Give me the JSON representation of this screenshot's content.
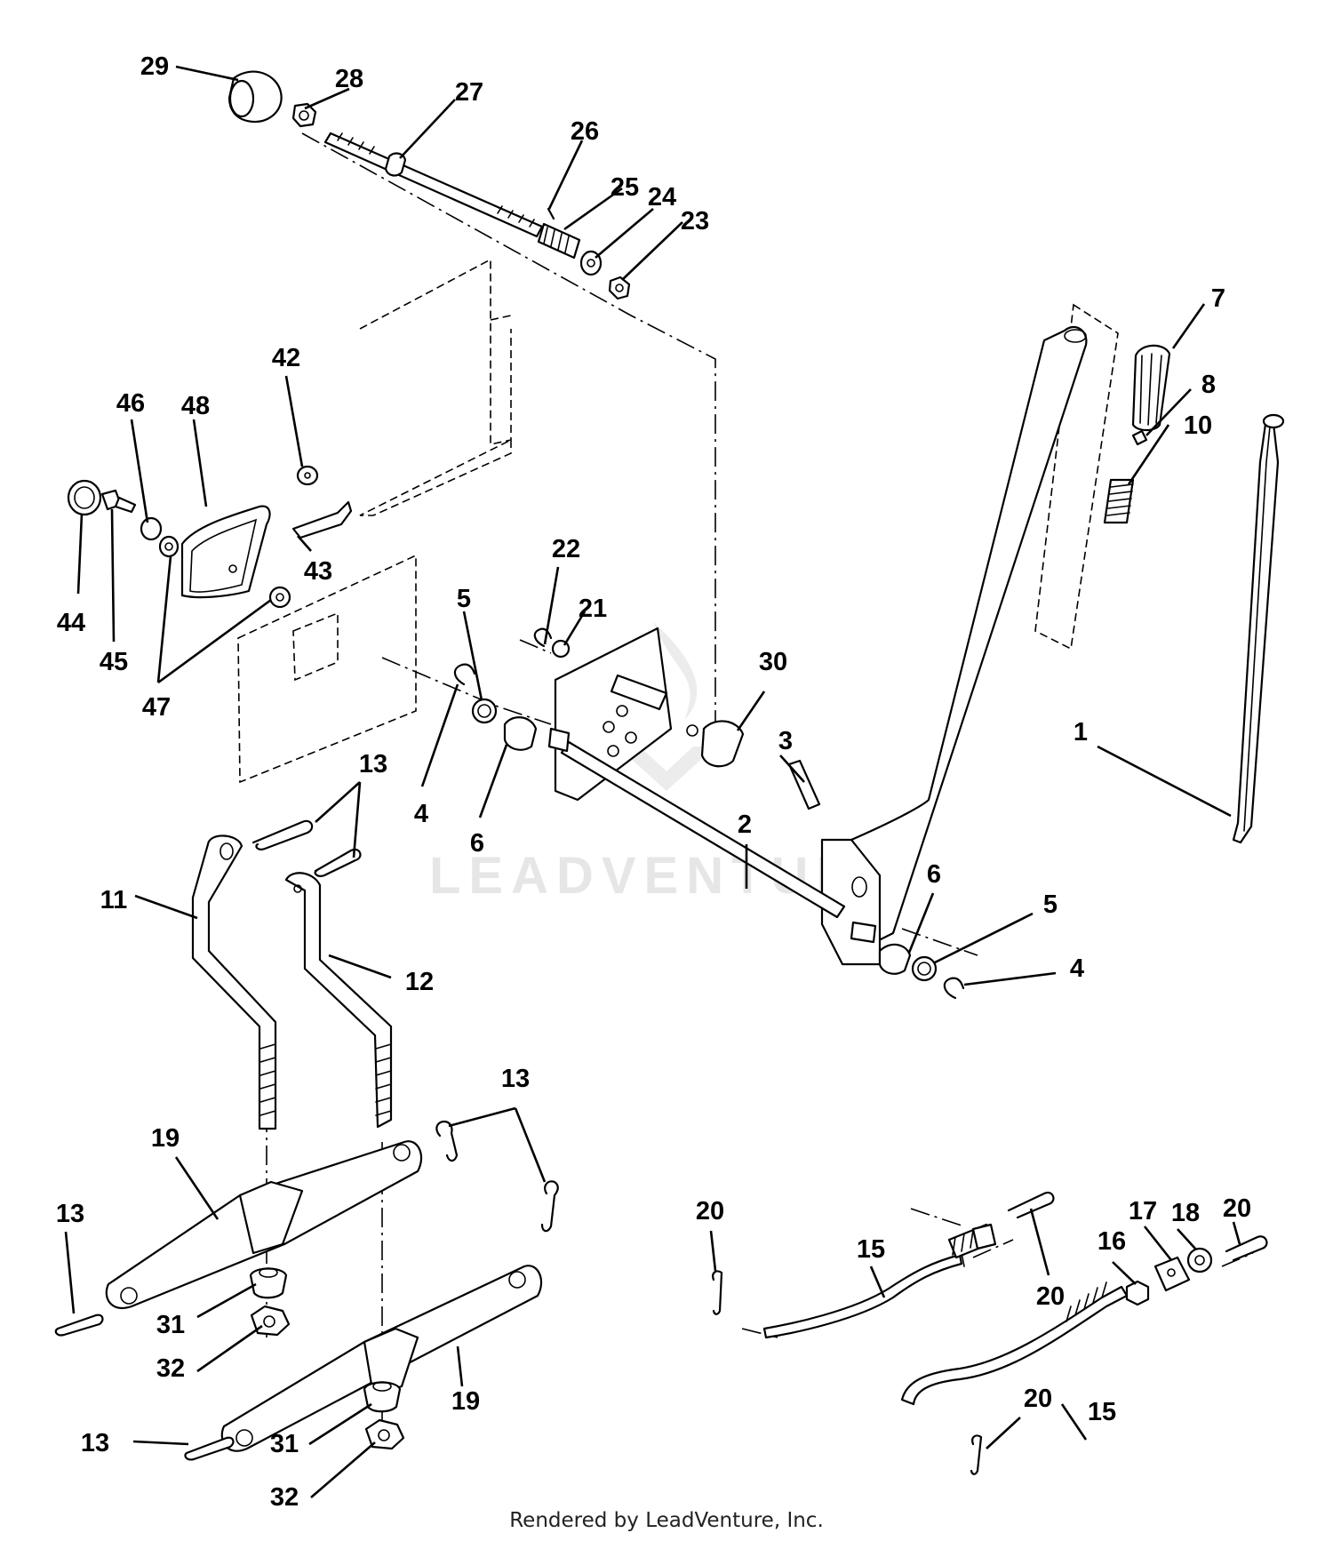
{
  "watermark": "LEADVENTURE",
  "footer": "Rendered by LeadVenture, Inc.",
  "callouts": [
    {
      "id": "c29",
      "text": "29"
    },
    {
      "id": "c28",
      "text": "28"
    },
    {
      "id": "c27",
      "text": "27"
    },
    {
      "id": "c26",
      "text": "26"
    },
    {
      "id": "c25",
      "text": "25"
    },
    {
      "id": "c24",
      "text": "24"
    },
    {
      "id": "c23",
      "text": "23"
    },
    {
      "id": "c7",
      "text": "7"
    },
    {
      "id": "c8",
      "text": "8"
    },
    {
      "id": "c10",
      "text": "10"
    },
    {
      "id": "c42",
      "text": "42"
    },
    {
      "id": "c46",
      "text": "46"
    },
    {
      "id": "c48",
      "text": "48"
    },
    {
      "id": "c43",
      "text": "43"
    },
    {
      "id": "c44",
      "text": "44"
    },
    {
      "id": "c45",
      "text": "45"
    },
    {
      "id": "c47",
      "text": "47"
    },
    {
      "id": "c22",
      "text": "22"
    },
    {
      "id": "c21",
      "text": "21"
    },
    {
      "id": "c5a",
      "text": "5"
    },
    {
      "id": "c30",
      "text": "30"
    },
    {
      "id": "c3",
      "text": "3"
    },
    {
      "id": "c1",
      "text": "1"
    },
    {
      "id": "c4a",
      "text": "4"
    },
    {
      "id": "c6a",
      "text": "6"
    },
    {
      "id": "c2",
      "text": "2"
    },
    {
      "id": "c13a",
      "text": "13"
    },
    {
      "id": "c11",
      "text": "11"
    },
    {
      "id": "c12",
      "text": "12"
    },
    {
      "id": "c6b",
      "text": "6"
    },
    {
      "id": "c5b",
      "text": "5"
    },
    {
      "id": "c4b",
      "text": "4"
    },
    {
      "id": "c13b",
      "text": "13"
    },
    {
      "id": "c19a",
      "text": "19"
    },
    {
      "id": "c13c",
      "text": "13"
    },
    {
      "id": "c31a",
      "text": "31"
    },
    {
      "id": "c32a",
      "text": "32"
    },
    {
      "id": "c19b",
      "text": "19"
    },
    {
      "id": "c13d",
      "text": "13"
    },
    {
      "id": "c31b",
      "text": "31"
    },
    {
      "id": "c32b",
      "text": "32"
    },
    {
      "id": "c20a",
      "text": "20"
    },
    {
      "id": "c15a",
      "text": "15"
    },
    {
      "id": "c20b",
      "text": "20"
    },
    {
      "id": "c17",
      "text": "17"
    },
    {
      "id": "c18",
      "text": "18"
    },
    {
      "id": "c20c",
      "text": "20"
    },
    {
      "id": "c16",
      "text": "16"
    },
    {
      "id": "c20d",
      "text": "20"
    },
    {
      "id": "c15b",
      "text": "15"
    }
  ]
}
